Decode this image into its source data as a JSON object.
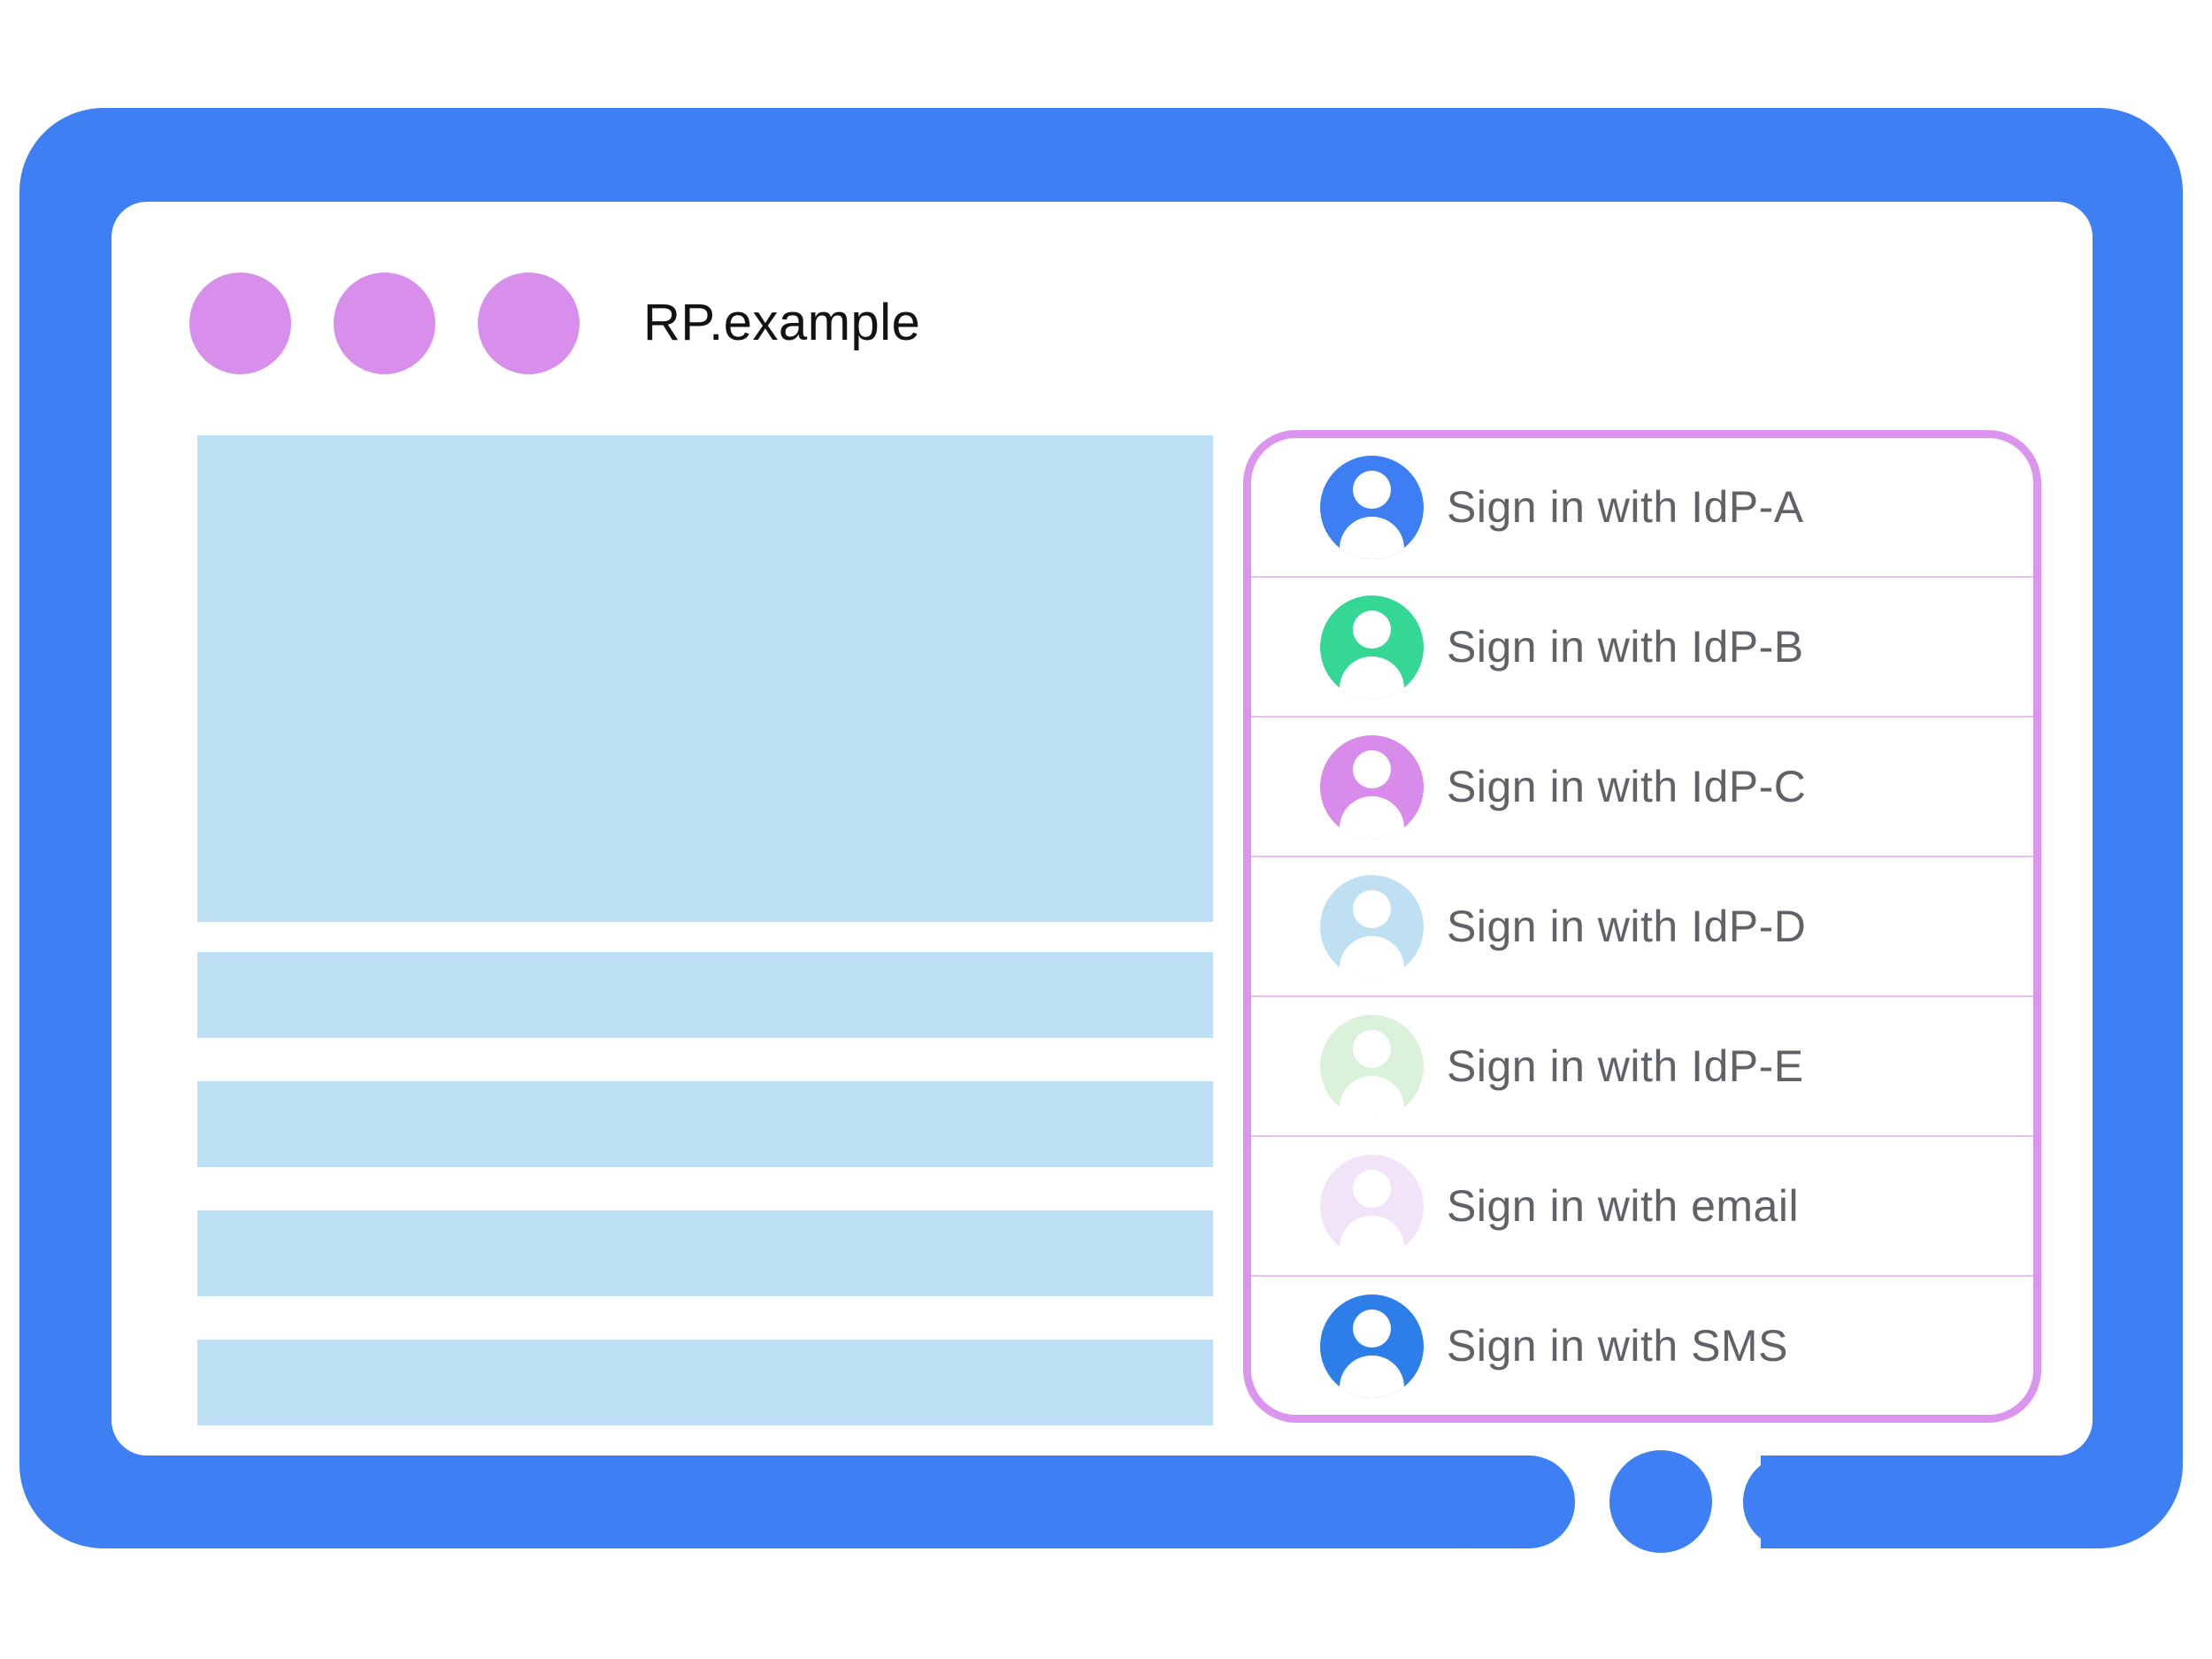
{
  "colors": {
    "frame_blue": "#3E7FF4",
    "window_dot_purple": "#D88FEC",
    "placeholder_blue": "#BEE0F4",
    "panel_border": "#DC95EE",
    "panel_divider": "#EABDF4",
    "row_text": "#5F6368",
    "title_text": "#121212"
  },
  "browser": {
    "site_label": "RP.example",
    "window_dots": [
      {
        "color": "#D88FEC"
      },
      {
        "color": "#D88FEC"
      },
      {
        "color": "#D88FEC"
      }
    ],
    "home_button": {
      "color": "#3E7FF4"
    }
  },
  "content": {
    "placeholder_lines": 4,
    "hero_color": "#BEE0F4"
  },
  "signin_panel": {
    "options": [
      {
        "id": "idp-a",
        "label": "Sign in with IdP-A",
        "avatar_color": "#3D7FF2"
      },
      {
        "id": "idp-b",
        "label": "Sign in with IdP-B",
        "avatar_color": "#34D793"
      },
      {
        "id": "idp-c",
        "label": "Sign in with IdP-C",
        "avatar_color": "#D98BEB"
      },
      {
        "id": "idp-d",
        "label": "Sign in with IdP-D",
        "avatar_color": "#BFE0F3"
      },
      {
        "id": "idp-e",
        "label": "Sign in with IdP-E",
        "avatar_color": "#D9F2D9"
      },
      {
        "id": "email",
        "label": "Sign in with email",
        "avatar_color": "#F2E4F8"
      },
      {
        "id": "sms",
        "label": "Sign in with SMS",
        "avatar_color": "#2E7EE9"
      }
    ]
  }
}
